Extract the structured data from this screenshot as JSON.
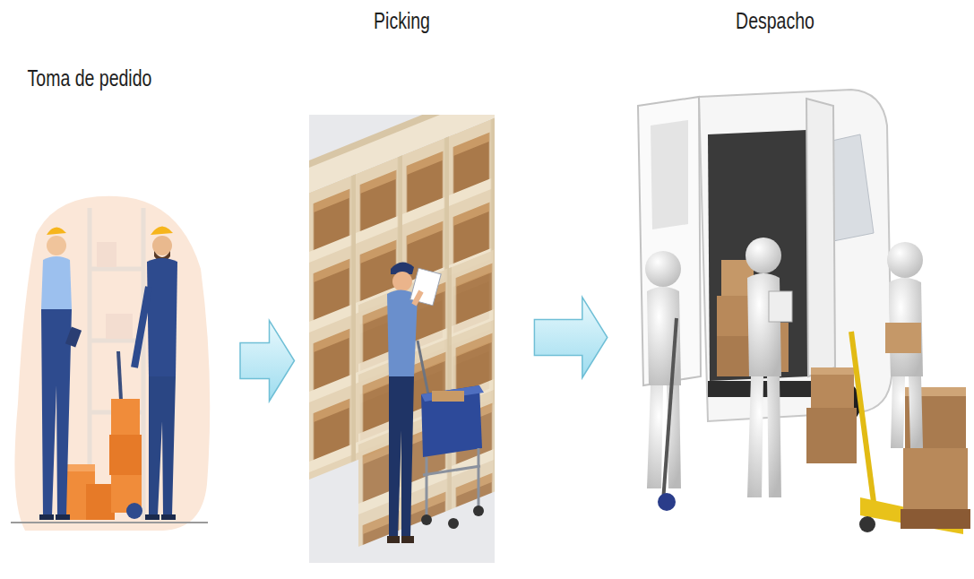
{
  "diagram": {
    "nodes": [
      {
        "text": [
          "Toma de pedido"
        ]
      },
      {
        "text": [
          "Picking"
        ]
      },
      {
        "text": [
          "Despacho"
        ]
      }
    ],
    "edges": [
      {
        "from": 0,
        "to": 1,
        "arrow": "to"
      },
      {
        "from": 1,
        "to": 2,
        "arrow": "to"
      }
    ]
  }
}
